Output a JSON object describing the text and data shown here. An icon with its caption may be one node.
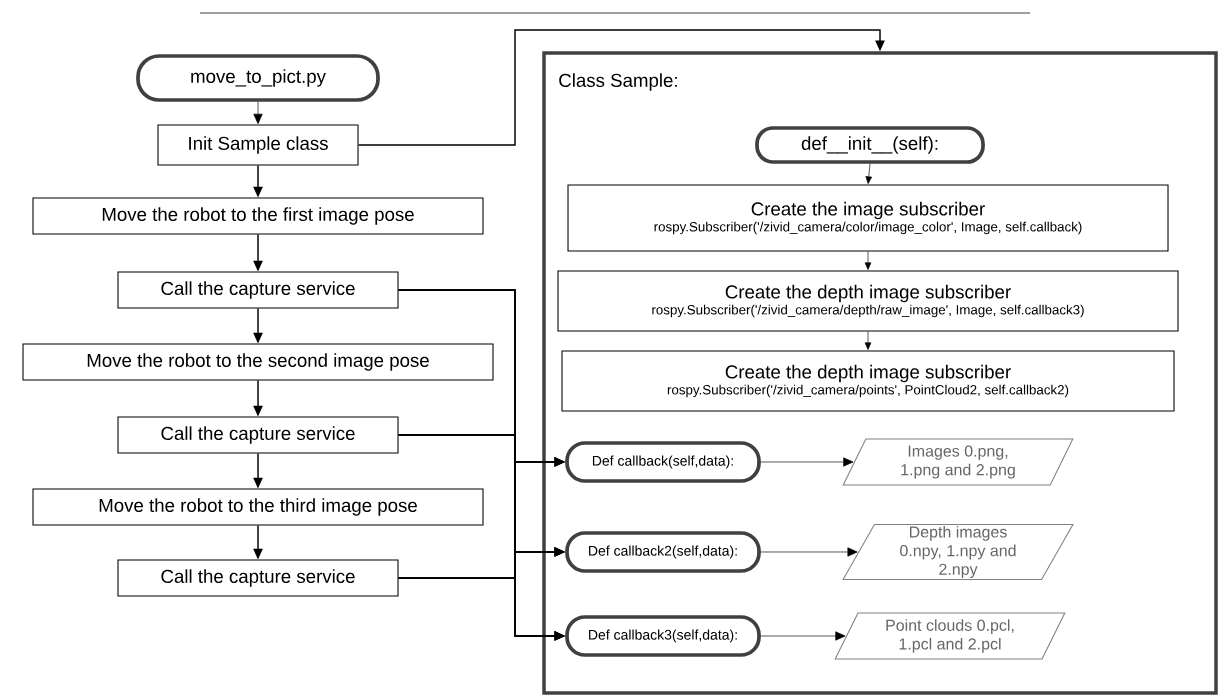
{
  "diagram": {
    "nodes": [
      {
        "text": [
          "move_to_pict.py"
        ]
      },
      {
        "text": [
          "Init Sample class"
        ]
      },
      {
        "text": [
          "Move the robot to the first image pose"
        ]
      },
      {
        "text": [
          "Call the capture service"
        ]
      },
      {
        "text": [
          "Move the robot to the second image pose"
        ]
      },
      {
        "text": [
          "Call the capture service"
        ]
      },
      {
        "text": [
          "Move the robot to the third image pose"
        ]
      },
      {
        "text": [
          "Call the capture service"
        ]
      },
      {
        "text": [
          "Class Sample:"
        ]
      },
      {
        "text": [
          "def__init__(self):"
        ],
        "in": 8
      },
      {
        "text": [
          "Create the image subscriber",
          "rospy.Subscriber('/zivid_camera/color/image_color', Image, self.callback)"
        ],
        "in": 8
      },
      {
        "text": [
          "Create the depth image subscriber",
          "rospy.Subscriber('/zivid_camera/depth/raw_image', Image, self.callback3)"
        ],
        "in": 8
      },
      {
        "text": [
          "Create the depth image subscriber",
          "rospy.Subscriber('/zivid_camera/points', PointCloud2, self.callback2)"
        ],
        "in": 8
      },
      {
        "text": [
          "Def callback(self,data):"
        ],
        "in": 8
      },
      {
        "text": [
          "Def callback2(self,data):"
        ],
        "in": 8
      },
      {
        "text": [
          "Def callback3(self,data):"
        ],
        "in": 8
      },
      {
        "text": [
          "Images 0.png, 1.png and 2.png"
        ],
        "in": 8
      },
      {
        "text": [
          "Depth images 0.npy, 1.npy and 2.npy"
        ],
        "in": 8
      },
      {
        "text": [
          "Point clouds 0.pcl, 1.pcl and 2.pcl"
        ],
        "in": 8
      }
    ],
    "edges": [
      {
        "from": 0,
        "to": 1,
        "arrow": "to"
      },
      {
        "from": 1,
        "to": 2,
        "arrow": "to"
      },
      {
        "from": 2,
        "to": 3,
        "arrow": "to"
      },
      {
        "from": 3,
        "to": 4,
        "arrow": "to"
      },
      {
        "from": 4,
        "to": 5,
        "arrow": "to"
      },
      {
        "from": 5,
        "to": 6,
        "arrow": "to"
      },
      {
        "from": 6,
        "to": 7,
        "arrow": "to"
      },
      {
        "from": 1,
        "to": 8,
        "arrow": "to"
      },
      {
        "from": 9,
        "to": 10,
        "arrow": "to"
      },
      {
        "from": 10,
        "to": 11,
        "arrow": "to"
      },
      {
        "from": 11,
        "to": 12,
        "arrow": "to"
      },
      {
        "from": 3,
        "to": 13,
        "arrow": "to"
      },
      {
        "from": 3,
        "to": 14,
        "arrow": "to"
      },
      {
        "from": 3,
        "to": 15,
        "arrow": "to"
      },
      {
        "from": 5,
        "to": 13,
        "arrow": "to"
      },
      {
        "from": 5,
        "to": 14,
        "arrow": "to"
      },
      {
        "from": 5,
        "to": 15,
        "arrow": "to"
      },
      {
        "from": 7,
        "to": 13,
        "arrow": "to"
      },
      {
        "from": 7,
        "to": 14,
        "arrow": "to"
      },
      {
        "from": 7,
        "to": 15,
        "arrow": "to"
      },
      {
        "from": 13,
        "to": 16,
        "arrow": "to"
      },
      {
        "from": 14,
        "to": 17,
        "arrow": "to"
      },
      {
        "from": 15,
        "to": 18,
        "arrow": "to"
      }
    ]
  }
}
